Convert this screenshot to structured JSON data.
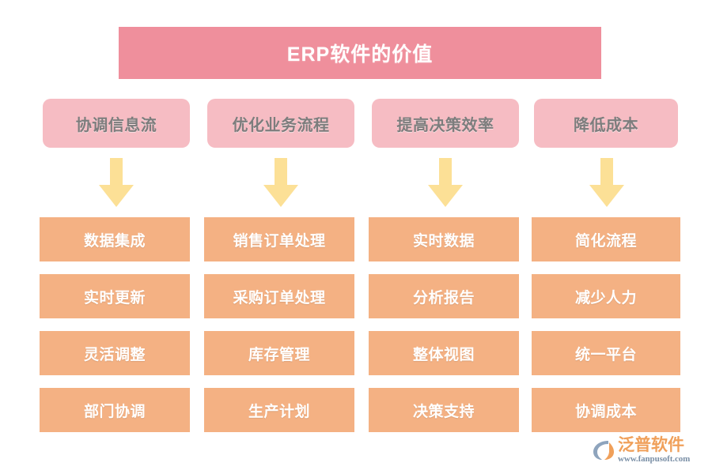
{
  "title": {
    "text": "ERP软件的价值",
    "bg_color": "#ef8f9c",
    "text_color": "#ffffff"
  },
  "theme": {
    "header_bg": "#f6bcc3",
    "header_text": "#7d7d7d",
    "item_bg": "#f4b183",
    "item_text": "#ffffff",
    "arrow_color": "#fce096",
    "page_bg": "#ffffff"
  },
  "columns": [
    {
      "header": "协调信息流",
      "arrow": "down-arrow-icon",
      "items": [
        "数据集成",
        "实时更新",
        "灵活调整",
        "部门协调"
      ]
    },
    {
      "header": "优化业务流程",
      "arrow": "down-arrow-icon",
      "items": [
        "销售订单处理",
        "采购订单处理",
        "库存管理",
        "生产计划"
      ]
    },
    {
      "header": "提高决策效率",
      "arrow": "down-arrow-icon",
      "items": [
        "实时数据",
        "分析报告",
        "整体视图",
        "决策支持"
      ]
    },
    {
      "header": "降低成本",
      "arrow": "down-arrow-icon",
      "items": [
        "简化流程",
        "减少人力",
        "统一平台",
        "协调成本"
      ]
    }
  ],
  "logo": {
    "name": "泛普软件",
    "url": "www.fanpusoft.com",
    "mark_colors": {
      "blue": "#8ea4bd",
      "orange": "#f0a05a"
    },
    "name_color": "#f0a05a",
    "url_color": "#7a8fa6"
  }
}
